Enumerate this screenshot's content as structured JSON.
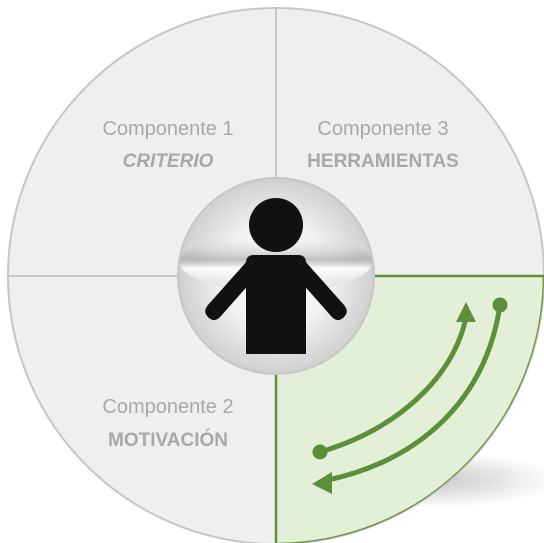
{
  "quadrants": {
    "top_left": {
      "line1": "Componente 1",
      "line2": "CRITERIO"
    },
    "top_right": {
      "line1": "Componente 3",
      "line2": "HERRAMIENTAS"
    },
    "bottom_left": {
      "line1": "Componente 2",
      "line2": "MOTIVACIÓN"
    },
    "bottom_right": {
      "line1": "",
      "line2": ""
    }
  },
  "center_icon": "person-icon",
  "colors": {
    "quadrant_fill": "#efefef",
    "border": "#c6c6c6",
    "text": "#a8a8a8",
    "highlight_fill": "#e3efd7",
    "highlight_border": "#5e9239",
    "arrow": "#5c8f3a",
    "person": "#111111"
  }
}
